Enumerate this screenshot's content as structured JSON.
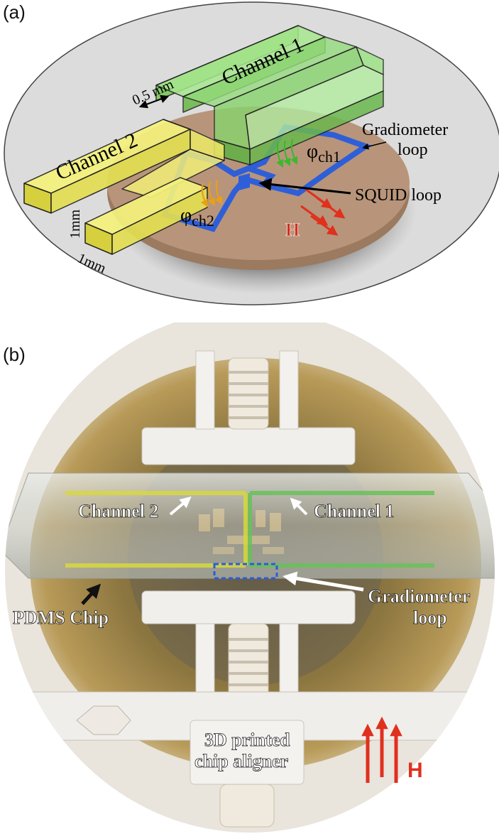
{
  "panel_a": {
    "label": "(a)",
    "channel1": "Channel 1",
    "channel2": "Channel 2",
    "dim_gap": "0.5 mm",
    "dim_height": "1mm",
    "dim_width": "1mm",
    "gradiometer_line1": "Gradiometer",
    "gradiometer_line2": "loop",
    "squid_loop": "SQUID loop",
    "phi_symbol": "φ",
    "phi_ch1_sub": "ch1",
    "phi_ch2_sub": "ch2",
    "field": "H"
  },
  "panel_b": {
    "label": "(b)",
    "channel2": "Channel 2",
    "channel1": "Channel 1",
    "gradiometer_line1": "Gradiometer",
    "gradiometer_line2": "loop",
    "pdms_chip": "PDMS Chip",
    "aligner_line1": "3D printed",
    "aligner_line2": "chip aligner",
    "field": "H"
  },
  "colors": {
    "channel1_green": "#7ed957",
    "channel2_yellow": "#e6e24a",
    "gradiometer_blue": "#2f5fd8",
    "substrate_brown": "#b8957a",
    "field_red": "#e0301e",
    "brass": "#a68a4c"
  }
}
